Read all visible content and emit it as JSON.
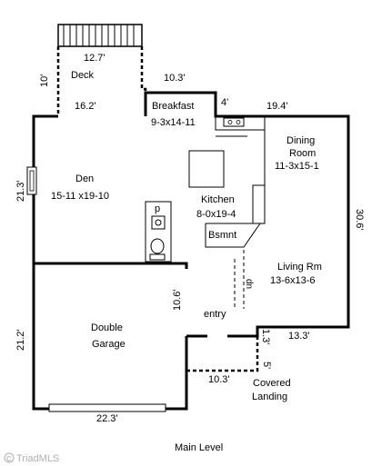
{
  "deck": {
    "name": "Deck",
    "width": "12.7'",
    "depth": "10'",
    "bottom": "16.2'"
  },
  "breakfast": {
    "name": "Breakfast",
    "size": "9-3x14-11",
    "top_width": "10.3'",
    "step": "4'"
  },
  "dining": {
    "name_line1": "Dining",
    "name_line2": "Room",
    "size": "11-3x15-1",
    "top_width": "19.4'"
  },
  "den": {
    "name": "Den",
    "size": "15-11 x19-10",
    "side": "21.3'"
  },
  "kitchen": {
    "name": "Kitchen",
    "size": "8-0x19-4"
  },
  "basement": {
    "name": "Bsmnt",
    "stair_label": "dn"
  },
  "bath": {
    "label": "p"
  },
  "living": {
    "name": "Living Rm",
    "size": "13-6x13-6",
    "side": "30.6'",
    "bottom": "13.3'"
  },
  "garage": {
    "name_line1": "Double",
    "name_line2": "Garage",
    "side": "21.2'",
    "bottom": "22.3'",
    "inner": "10.6'"
  },
  "entry": {
    "name": "entry",
    "notch": "1.3'"
  },
  "landing": {
    "name_line1": "Covered",
    "name_line2": "Landing",
    "width": "10.3'",
    "depth": "5'"
  },
  "footer": {
    "title": "Main Level"
  },
  "watermark": {
    "text": "TriadMLS"
  }
}
